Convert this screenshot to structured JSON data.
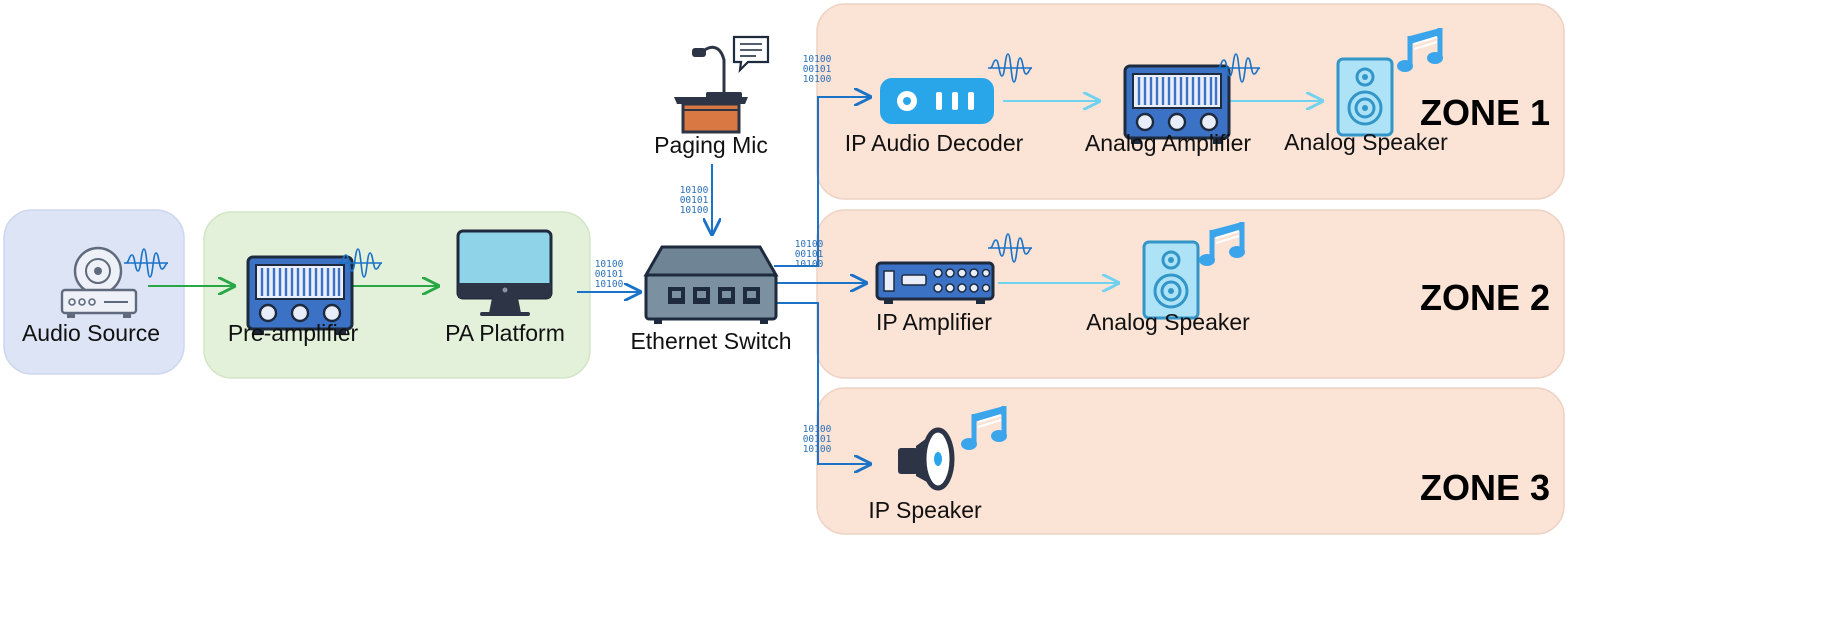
{
  "nodes": {
    "audio_source": "Audio Source",
    "pre_amplifier": "Pre-amplifier",
    "pa_platform": "PA Platform",
    "ethernet_switch": "Ethernet Switch",
    "paging_mic": "Paging Mic",
    "ip_audio_decoder": "IP Audio Decoder",
    "zone1_amplifier": "Analog Amplifier",
    "zone1_speaker": "Analog Speaker",
    "ip_amplifier": "IP Amplifier",
    "zone2_speaker": "Analog Speaker",
    "ip_speaker": "IP Speaker"
  },
  "zones": {
    "zone1": "ZONE 1",
    "zone2": "ZONE 2",
    "zone3": "ZONE 3"
  },
  "bit_pattern": [
    "10100",
    "00101",
    "10100"
  ],
  "colors": {
    "source_panel": "#dce4f5",
    "processing_panel": "#e4f1da",
    "zone_panel": "#fbe3d6",
    "analog_arrow": "#27a844",
    "network_line": "#1b73c7",
    "analog_out_arrow": "#6fd2ee",
    "device_blue": "#3b72c6",
    "device_dark": "#1e2a3d"
  },
  "icons": [
    "cd-player-icon",
    "amplifier-icon",
    "monitor-icon",
    "network-switch-icon",
    "podium-microphone-icon",
    "chat-bubble-icon",
    "decoder-icon",
    "speaker-icon",
    "music-note-icon",
    "megaphone-icon",
    "waveform-icon"
  ]
}
